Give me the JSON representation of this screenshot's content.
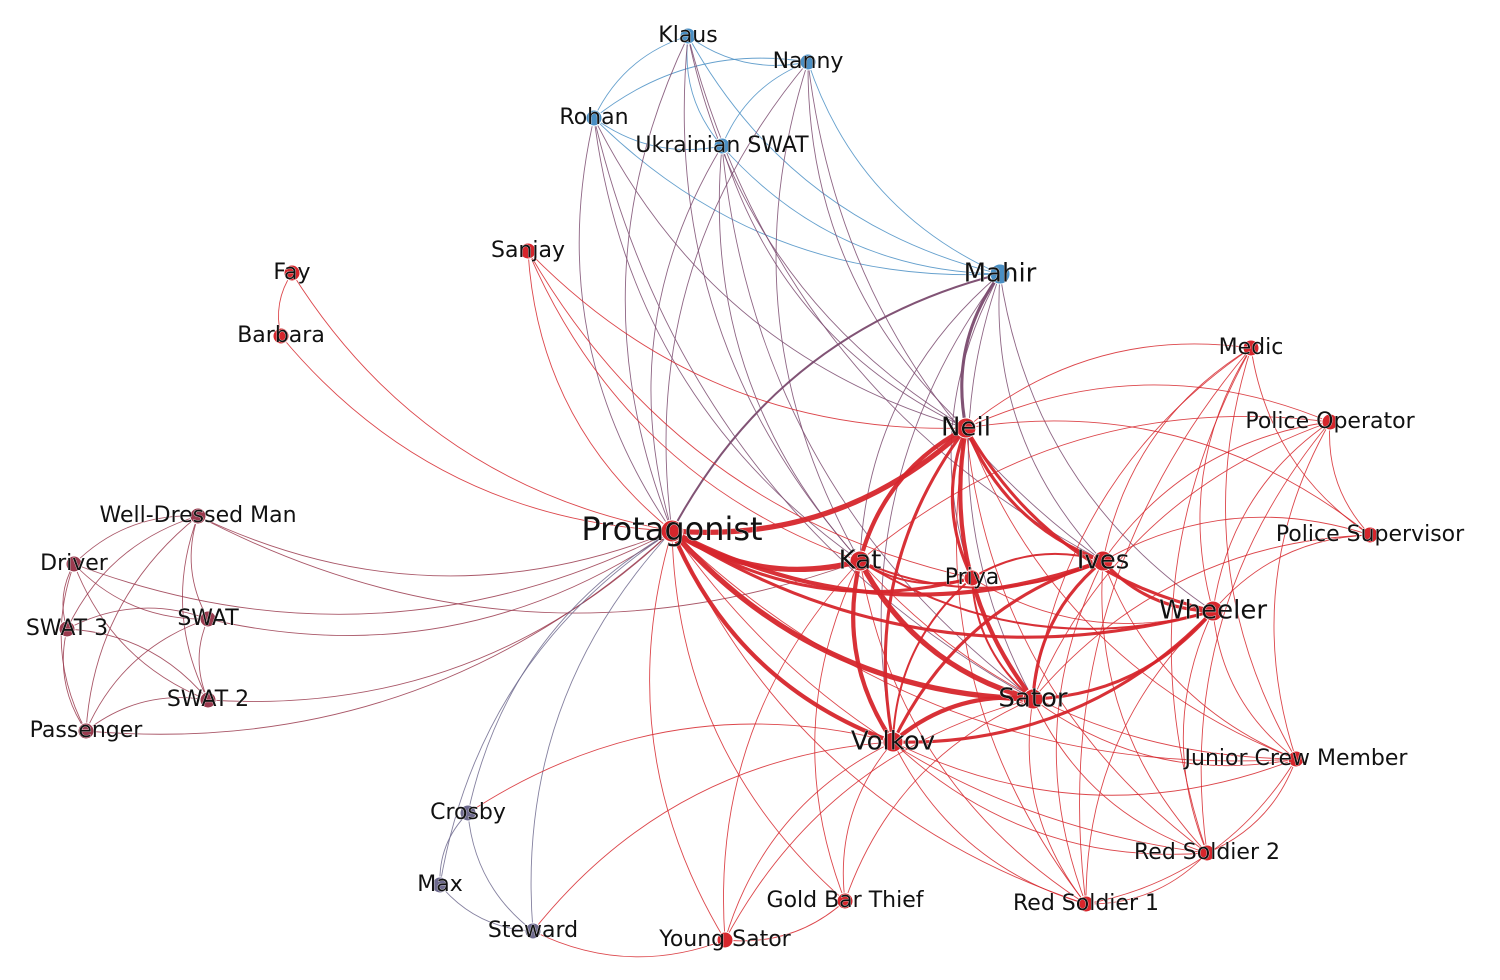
{
  "colors": {
    "blue": "#4a8fc4",
    "red": "#d6262c",
    "purple": "#7a4a6e",
    "slate": "#6e6a8e",
    "maroon": "#9a3a4e"
  },
  "nodes": [
    {
      "id": "klaus",
      "label": "Klaus",
      "group": "blue",
      "size": "small"
    },
    {
      "id": "nanny",
      "label": "Nanny",
      "group": "blue",
      "size": "small"
    },
    {
      "id": "rohan",
      "label": "Rohan",
      "group": "blue",
      "size": "small"
    },
    {
      "id": "ukrswat",
      "label": "Ukrainian SWAT",
      "group": "blue",
      "size": "small"
    },
    {
      "id": "mahir",
      "label": "Mahir",
      "group": "blue",
      "size": "medium"
    },
    {
      "id": "sanjay",
      "label": "Sanjay",
      "group": "red",
      "size": "small"
    },
    {
      "id": "fay",
      "label": "Fay",
      "group": "red",
      "size": "small"
    },
    {
      "id": "barbara",
      "label": "Barbara",
      "group": "red",
      "size": "small"
    },
    {
      "id": "medic",
      "label": "Medic",
      "group": "red",
      "size": "small"
    },
    {
      "id": "polop",
      "label": "Police Operator",
      "group": "red",
      "size": "small"
    },
    {
      "id": "neil",
      "label": "Neil",
      "group": "red",
      "size": "medium"
    },
    {
      "id": "polsup",
      "label": "Police Supervisor",
      "group": "red",
      "size": "small"
    },
    {
      "id": "wdman",
      "label": "Well-Dressed Man",
      "group": "maroon",
      "size": "small"
    },
    {
      "id": "protagonist",
      "label": "Protagonist",
      "group": "red",
      "size": "large"
    },
    {
      "id": "kat",
      "label": "Kat",
      "group": "red",
      "size": "medium"
    },
    {
      "id": "ives",
      "label": "Ives",
      "group": "red",
      "size": "medium"
    },
    {
      "id": "priya",
      "label": "Priya",
      "group": "red",
      "size": "small"
    },
    {
      "id": "driver",
      "label": "Driver",
      "group": "maroon",
      "size": "small"
    },
    {
      "id": "wheeler",
      "label": "Wheeler",
      "group": "red",
      "size": "medium"
    },
    {
      "id": "swat",
      "label": "SWAT",
      "group": "maroon",
      "size": "small"
    },
    {
      "id": "swat3",
      "label": "SWAT 3",
      "group": "maroon",
      "size": "small"
    },
    {
      "id": "sator",
      "label": "Sator",
      "group": "red",
      "size": "medium"
    },
    {
      "id": "swat2",
      "label": "SWAT 2",
      "group": "maroon",
      "size": "small"
    },
    {
      "id": "passenger",
      "label": "Passenger",
      "group": "maroon",
      "size": "small"
    },
    {
      "id": "volkov",
      "label": "Volkov",
      "group": "red",
      "size": "medium"
    },
    {
      "id": "jcm",
      "label": "Junior Crew Member",
      "group": "red",
      "size": "small"
    },
    {
      "id": "crosby",
      "label": "Crosby",
      "group": "slate",
      "size": "small"
    },
    {
      "id": "rs2",
      "label": "Red Soldier 2",
      "group": "red",
      "size": "small"
    },
    {
      "id": "max",
      "label": "Max",
      "group": "slate",
      "size": "small"
    },
    {
      "id": "gbthief",
      "label": "Gold Bar Thief",
      "group": "red",
      "size": "small"
    },
    {
      "id": "rs1",
      "label": "Red Soldier 1",
      "group": "red",
      "size": "small"
    },
    {
      "id": "steward",
      "label": "Steward",
      "group": "slate",
      "size": "small"
    },
    {
      "id": "ysator",
      "label": "Young Sator",
      "group": "red",
      "size": "small"
    }
  ],
  "edges": [
    [
      "klaus",
      "nanny",
      "blue",
      1
    ],
    [
      "klaus",
      "rohan",
      "blue",
      1
    ],
    [
      "klaus",
      "ukrswat",
      "blue",
      1
    ],
    [
      "klaus",
      "mahir",
      "blue",
      1
    ],
    [
      "nanny",
      "rohan",
      "blue",
      1
    ],
    [
      "nanny",
      "ukrswat",
      "blue",
      1
    ],
    [
      "nanny",
      "mahir",
      "blue",
      1
    ],
    [
      "rohan",
      "ukrswat",
      "blue",
      1
    ],
    [
      "rohan",
      "mahir",
      "blue",
      1
    ],
    [
      "ukrswat",
      "mahir",
      "blue",
      1
    ],
    [
      "klaus",
      "protagonist",
      "purple",
      1
    ],
    [
      "nanny",
      "protagonist",
      "purple",
      1
    ],
    [
      "rohan",
      "protagonist",
      "purple",
      1
    ],
    [
      "ukrswat",
      "protagonist",
      "purple",
      1
    ],
    [
      "klaus",
      "neil",
      "purple",
      1
    ],
    [
      "nanny",
      "neil",
      "purple",
      1
    ],
    [
      "rohan",
      "neil",
      "purple",
      1
    ],
    [
      "ukrswat",
      "neil",
      "purple",
      1
    ],
    [
      "klaus",
      "kat",
      "purple",
      1
    ],
    [
      "nanny",
      "kat",
      "purple",
      1
    ],
    [
      "ukrswat",
      "kat",
      "purple",
      1
    ],
    [
      "rohan",
      "kat",
      "purple",
      1
    ],
    [
      "klaus",
      "ives",
      "purple",
      1
    ],
    [
      "nanny",
      "ives",
      "purple",
      1
    ],
    [
      "ukrswat",
      "sator",
      "purple",
      1
    ],
    [
      "rohan",
      "sator",
      "purple",
      1
    ],
    [
      "mahir",
      "protagonist",
      "purple",
      2
    ],
    [
      "mahir",
      "neil",
      "purple",
      3
    ],
    [
      "mahir",
      "kat",
      "purple",
      1
    ],
    [
      "mahir",
      "ives",
      "purple",
      1
    ],
    [
      "mahir",
      "sator",
      "purple",
      1
    ],
    [
      "mahir",
      "wheeler",
      "purple",
      1
    ],
    [
      "mahir",
      "priya",
      "purple",
      1
    ],
    [
      "mahir",
      "volkov",
      "purple",
      1
    ],
    [
      "sanjay",
      "protagonist",
      "red",
      1
    ],
    [
      "sanjay",
      "neil",
      "red",
      1
    ],
    [
      "sanjay",
      "kat",
      "red",
      1
    ],
    [
      "sanjay",
      "priya",
      "red",
      1
    ],
    [
      "fay",
      "barbara",
      "red",
      1
    ],
    [
      "fay",
      "protagonist",
      "red",
      1
    ],
    [
      "barbara",
      "protagonist",
      "red",
      1
    ],
    [
      "medic",
      "ives",
      "red",
      1
    ],
    [
      "medic",
      "wheeler",
      "red",
      1
    ],
    [
      "medic",
      "neil",
      "red",
      1
    ],
    [
      "medic",
      "sator",
      "red",
      1
    ],
    [
      "medic",
      "rs1",
      "red",
      1
    ],
    [
      "medic",
      "rs2",
      "red",
      1
    ],
    [
      "medic",
      "jcm",
      "red",
      1
    ],
    [
      "medic",
      "polsup",
      "red",
      1
    ],
    [
      "polop",
      "polsup",
      "red",
      1
    ],
    [
      "polop",
      "wheeler",
      "red",
      1
    ],
    [
      "polop",
      "ives",
      "red",
      1
    ],
    [
      "polop",
      "neil",
      "red",
      1
    ],
    [
      "polop",
      "kat",
      "red",
      1
    ],
    [
      "polop",
      "sator",
      "red",
      1
    ],
    [
      "polop",
      "jcm",
      "red",
      1
    ],
    [
      "polop",
      "rs2",
      "red",
      1
    ],
    [
      "polsup",
      "wheeler",
      "red",
      1
    ],
    [
      "polsup",
      "ives",
      "red",
      1
    ],
    [
      "polsup",
      "sator",
      "red",
      1
    ],
    [
      "polsup",
      "neil",
      "red",
      1
    ],
    [
      "wdman",
      "driver",
      "maroon",
      1
    ],
    [
      "wdman",
      "swat",
      "maroon",
      1
    ],
    [
      "wdman",
      "swat2",
      "maroon",
      1
    ],
    [
      "wdman",
      "swat3",
      "maroon",
      1
    ],
    [
      "wdman",
      "passenger",
      "maroon",
      1
    ],
    [
      "wdman",
      "protagonist",
      "maroon",
      1
    ],
    [
      "wdman",
      "kat",
      "maroon",
      1
    ],
    [
      "driver",
      "swat",
      "maroon",
      1
    ],
    [
      "driver",
      "swat2",
      "maroon",
      1
    ],
    [
      "driver",
      "swat3",
      "maroon",
      1
    ],
    [
      "driver",
      "passenger",
      "maroon",
      1
    ],
    [
      "driver",
      "protagonist",
      "maroon",
      1
    ],
    [
      "swat",
      "swat2",
      "maroon",
      1
    ],
    [
      "swat",
      "swat3",
      "maroon",
      1
    ],
    [
      "swat",
      "passenger",
      "maroon",
      1
    ],
    [
      "swat",
      "protagonist",
      "maroon",
      1
    ],
    [
      "swat2",
      "swat3",
      "maroon",
      1
    ],
    [
      "swat2",
      "passenger",
      "maroon",
      1
    ],
    [
      "swat2",
      "protagonist",
      "maroon",
      1
    ],
    [
      "swat3",
      "passenger",
      "maroon",
      1
    ],
    [
      "passenger",
      "protagonist",
      "maroon",
      1
    ],
    [
      "protagonist",
      "neil",
      "red",
      5
    ],
    [
      "protagonist",
      "kat",
      "red",
      5
    ],
    [
      "protagonist",
      "ives",
      "red",
      4
    ],
    [
      "protagonist",
      "priya",
      "red",
      3
    ],
    [
      "protagonist",
      "sator",
      "red",
      5
    ],
    [
      "protagonist",
      "volkov",
      "red",
      4
    ],
    [
      "protagonist",
      "wheeler",
      "red",
      3
    ],
    [
      "protagonist",
      "ysator",
      "red",
      1
    ],
    [
      "protagonist",
      "gbthief",
      "red",
      1
    ],
    [
      "protagonist",
      "rs1",
      "red",
      1
    ],
    [
      "protagonist",
      "rs2",
      "red",
      1
    ],
    [
      "protagonist",
      "jcm",
      "red",
      1
    ],
    [
      "protagonist",
      "crosby",
      "slate",
      1
    ],
    [
      "protagonist",
      "max",
      "slate",
      1
    ],
    [
      "protagonist",
      "steward",
      "slate",
      1
    ],
    [
      "neil",
      "kat",
      "red",
      4
    ],
    [
      "neil",
      "ives",
      "red",
      3
    ],
    [
      "neil",
      "priya",
      "red",
      3
    ],
    [
      "neil",
      "sator",
      "red",
      4
    ],
    [
      "neil",
      "volkov",
      "red",
      3
    ],
    [
      "neil",
      "wheeler",
      "red",
      3
    ],
    [
      "neil",
      "rs1",
      "red",
      1
    ],
    [
      "neil",
      "rs2",
      "red",
      1
    ],
    [
      "neil",
      "jcm",
      "red",
      1
    ],
    [
      "kat",
      "ives",
      "red",
      2
    ],
    [
      "kat",
      "priya",
      "red",
      2
    ],
    [
      "kat",
      "sator",
      "red",
      5
    ],
    [
      "kat",
      "volkov",
      "red",
      4
    ],
    [
      "kat",
      "wheeler",
      "red",
      2
    ],
    [
      "kat",
      "ysator",
      "red",
      1
    ],
    [
      "kat",
      "gbthief",
      "red",
      1
    ],
    [
      "kat",
      "rs1",
      "red",
      1
    ],
    [
      "kat",
      "jcm",
      "red",
      1
    ],
    [
      "ives",
      "priya",
      "red",
      2
    ],
    [
      "ives",
      "sator",
      "red",
      3
    ],
    [
      "ives",
      "volkov",
      "red",
      3
    ],
    [
      "ives",
      "wheeler",
      "red",
      3
    ],
    [
      "ives",
      "rs1",
      "red",
      1
    ],
    [
      "ives",
      "rs2",
      "red",
      1
    ],
    [
      "ives",
      "jcm",
      "red",
      1
    ],
    [
      "priya",
      "sator",
      "red",
      2
    ],
    [
      "priya",
      "volkov",
      "red",
      2
    ],
    [
      "priya",
      "wheeler",
      "red",
      1
    ],
    [
      "sator",
      "volkov",
      "red",
      4
    ],
    [
      "sator",
      "wheeler",
      "red",
      3
    ],
    [
      "sator",
      "rs1",
      "red",
      1
    ],
    [
      "sator",
      "rs2",
      "red",
      1
    ],
    [
      "sator",
      "jcm",
      "red",
      1
    ],
    [
      "sator",
      "ysator",
      "red",
      1
    ],
    [
      "sator",
      "gbthief",
      "red",
      1
    ],
    [
      "volkov",
      "wheeler",
      "red",
      3
    ],
    [
      "volkov",
      "rs1",
      "red",
      1
    ],
    [
      "volkov",
      "rs2",
      "red",
      1
    ],
    [
      "volkov",
      "jcm",
      "red",
      1
    ],
    [
      "volkov",
      "ysator",
      "red",
      1
    ],
    [
      "volkov",
      "gbthief",
      "red",
      1
    ],
    [
      "volkov",
      "crosby",
      "red",
      1
    ],
    [
      "volkov",
      "steward",
      "red",
      1
    ],
    [
      "wheeler",
      "rs1",
      "red",
      1
    ],
    [
      "wheeler",
      "rs2",
      "red",
      1
    ],
    [
      "wheeler",
      "jcm",
      "red",
      1
    ],
    [
      "rs1",
      "rs2",
      "red",
      1
    ],
    [
      "rs1",
      "jcm",
      "red",
      1
    ],
    [
      "rs2",
      "jcm",
      "red",
      1
    ],
    [
      "crosby",
      "max",
      "slate",
      1
    ],
    [
      "crosby",
      "steward",
      "slate",
      1
    ],
    [
      "max",
      "steward",
      "slate",
      1
    ],
    [
      "steward",
      "ysator",
      "red",
      1
    ],
    [
      "ysator",
      "gbthief",
      "red",
      1
    ]
  ]
}
